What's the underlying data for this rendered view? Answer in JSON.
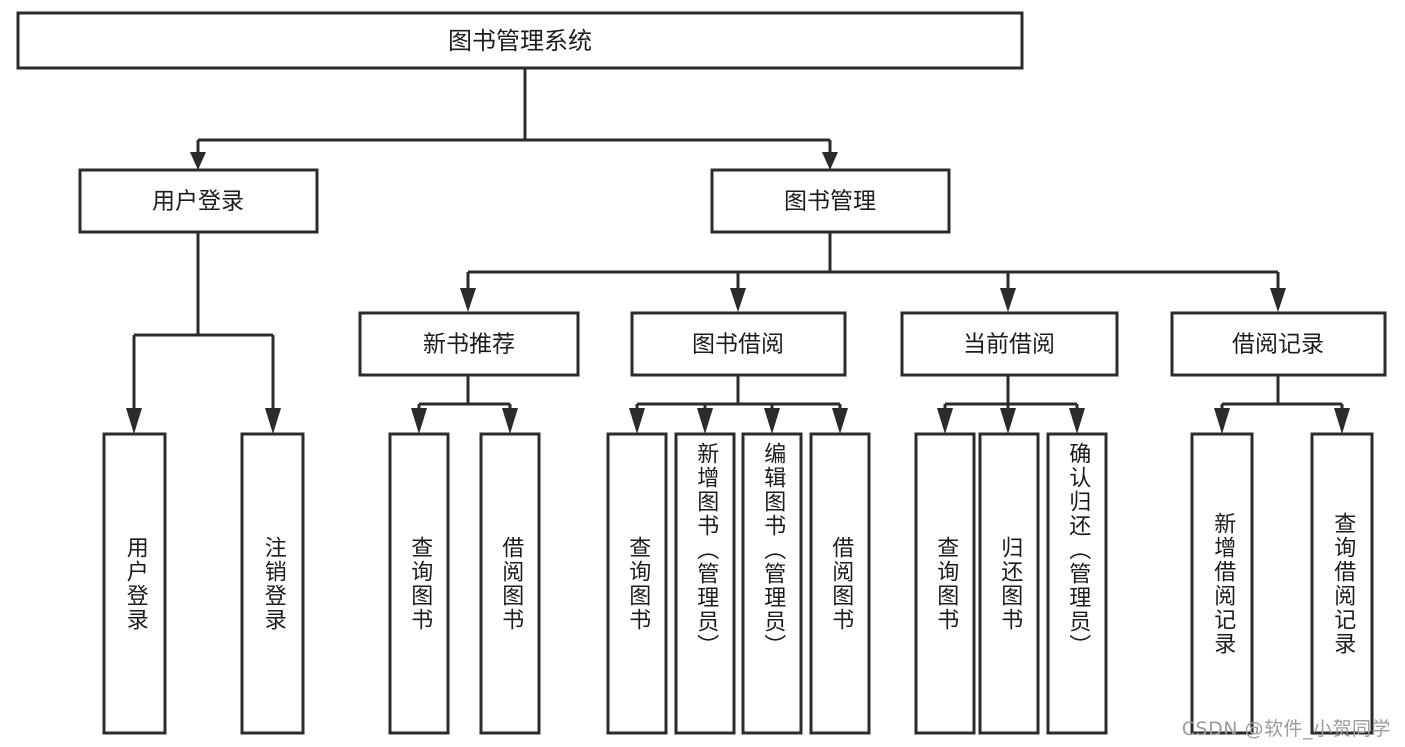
{
  "diagram": {
    "type": "tree-hierarchy-chart",
    "title": "图书管理系统",
    "orientation": "top-down",
    "colors": {
      "stroke": "#2b2b2b",
      "box_fill": "#ffffff",
      "text": "#1c1c1c",
      "background": "#ffffff",
      "watermark": "#9c9c9c"
    },
    "root": {
      "label": "图书管理系统",
      "level": 0
    },
    "level1": [
      {
        "label": "用户登录",
        "level": 1
      },
      {
        "label": "图书管理",
        "level": 1
      }
    ],
    "level2": [
      {
        "label": "新书推荐",
        "level": 2,
        "parent": "图书管理"
      },
      {
        "label": "图书借阅",
        "level": 2,
        "parent": "图书管理"
      },
      {
        "label": "当前借阅",
        "level": 2,
        "parent": "图书管理"
      },
      {
        "label": "借阅记录",
        "level": 2,
        "parent": "图书管理"
      }
    ],
    "leaves": {
      "user_login": [
        {
          "label": "用户登录",
          "parent": "用户登录"
        },
        {
          "label": "注销登录",
          "parent": "用户登录"
        }
      ],
      "new_book": [
        {
          "label": "查询图书",
          "parent": "新书推荐"
        },
        {
          "label": "借阅图书",
          "parent": "新书推荐"
        }
      ],
      "borrow": [
        {
          "label": "查询图书",
          "parent": "图书借阅"
        },
        {
          "label": "新增图书（管理员）",
          "parent": "图书借阅"
        },
        {
          "label": "编辑图书（管理员）",
          "parent": "图书借阅"
        },
        {
          "label": "借阅图书",
          "parent": "图书借阅"
        }
      ],
      "current": [
        {
          "label": "查询图书",
          "parent": "当前借阅"
        },
        {
          "label": "归还图书",
          "parent": "当前借阅"
        },
        {
          "label": "确认归还（管理员）",
          "parent": "当前借阅"
        }
      ],
      "records": [
        {
          "label": "新增借阅记录",
          "parent": "借阅记录"
        },
        {
          "label": "查询借阅记录",
          "parent": "借阅记录"
        }
      ]
    }
  },
  "watermark": {
    "text": "CSDN @软件_小贺同学"
  }
}
